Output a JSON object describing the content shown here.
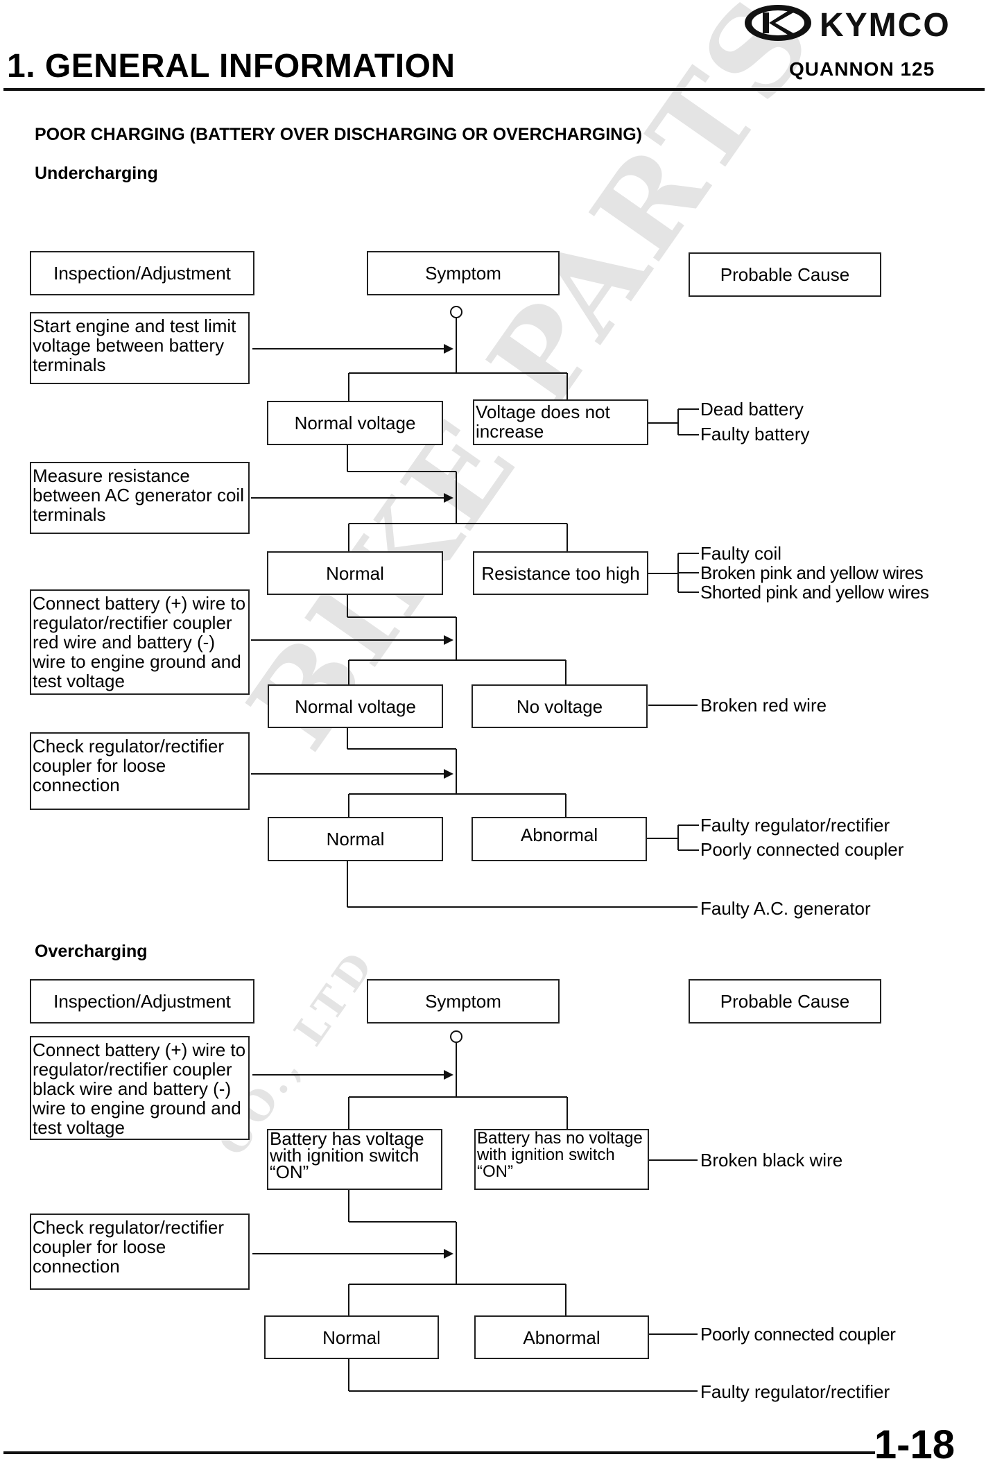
{
  "header": {
    "brand": "KYMCO",
    "title": "1. GENERAL INFORMATION",
    "model": "QUANNON 125"
  },
  "section_title": "POOR CHARGING (BATTERY OVER DISCHARGING OR OVERCHARGING)",
  "undercharging": {
    "subtitle": "Undercharging",
    "columns": {
      "inspection": "Inspection/Adjustment",
      "symptom": "Symptom",
      "cause": "Probable Cause"
    },
    "steps": [
      "Start engine and test limit voltage between battery terminals",
      "Measure resistance between AC generator coil terminals",
      "Connect battery (+) wire to regulator/rectifier coupler red wire and battery (-) wire to engine ground and test voltage",
      "Check regulator/rectifier coupler for loose connection"
    ],
    "symptoms": {
      "s1_ok": "Normal voltage",
      "s1_bad": "Voltage does not increase",
      "s2_ok": "Normal",
      "s2_bad": "Resistance too high",
      "s3_ok": "Normal voltage",
      "s3_bad": "No voltage",
      "s4_ok": "Normal",
      "s4_bad": "Abnormal"
    },
    "causes": {
      "c1a": "Dead battery",
      "c1b": "Faulty battery",
      "c2a": "Faulty coil",
      "c2b": "Broken pink and yellow wires",
      "c2c": "Shorted pink and yellow wires",
      "c3": "Broken red wire",
      "c4a": "Faulty regulator/rectifier",
      "c4b": "Poorly connected coupler",
      "c5": "Faulty A.C. generator"
    }
  },
  "overcharging": {
    "subtitle": "Overcharging",
    "columns": {
      "inspection": "Inspection/Adjustment",
      "symptom": "Symptom",
      "cause": "Probable Cause"
    },
    "steps": [
      "Connect battery (+) wire to regulator/rectifier coupler black wire and battery (-) wire to engine ground and test voltage",
      "Check regulator/rectifier coupler for loose connection"
    ],
    "symptoms": {
      "s1_ok": "Battery has voltage with ignition switch “ON”",
      "s1_bad": "Battery has no voltage with ignition switch “ON”",
      "s2_ok": "Normal",
      "s2_bad": "Abnormal"
    },
    "causes": {
      "c1": "Broken black wire",
      "c2a": "Poorly connected coupler",
      "c2b": "Faulty regulator/rectifier"
    }
  },
  "watermark": {
    "main": "BIKE-PARTS",
    "sub": "CO., LTD"
  },
  "page_number": "1-18"
}
